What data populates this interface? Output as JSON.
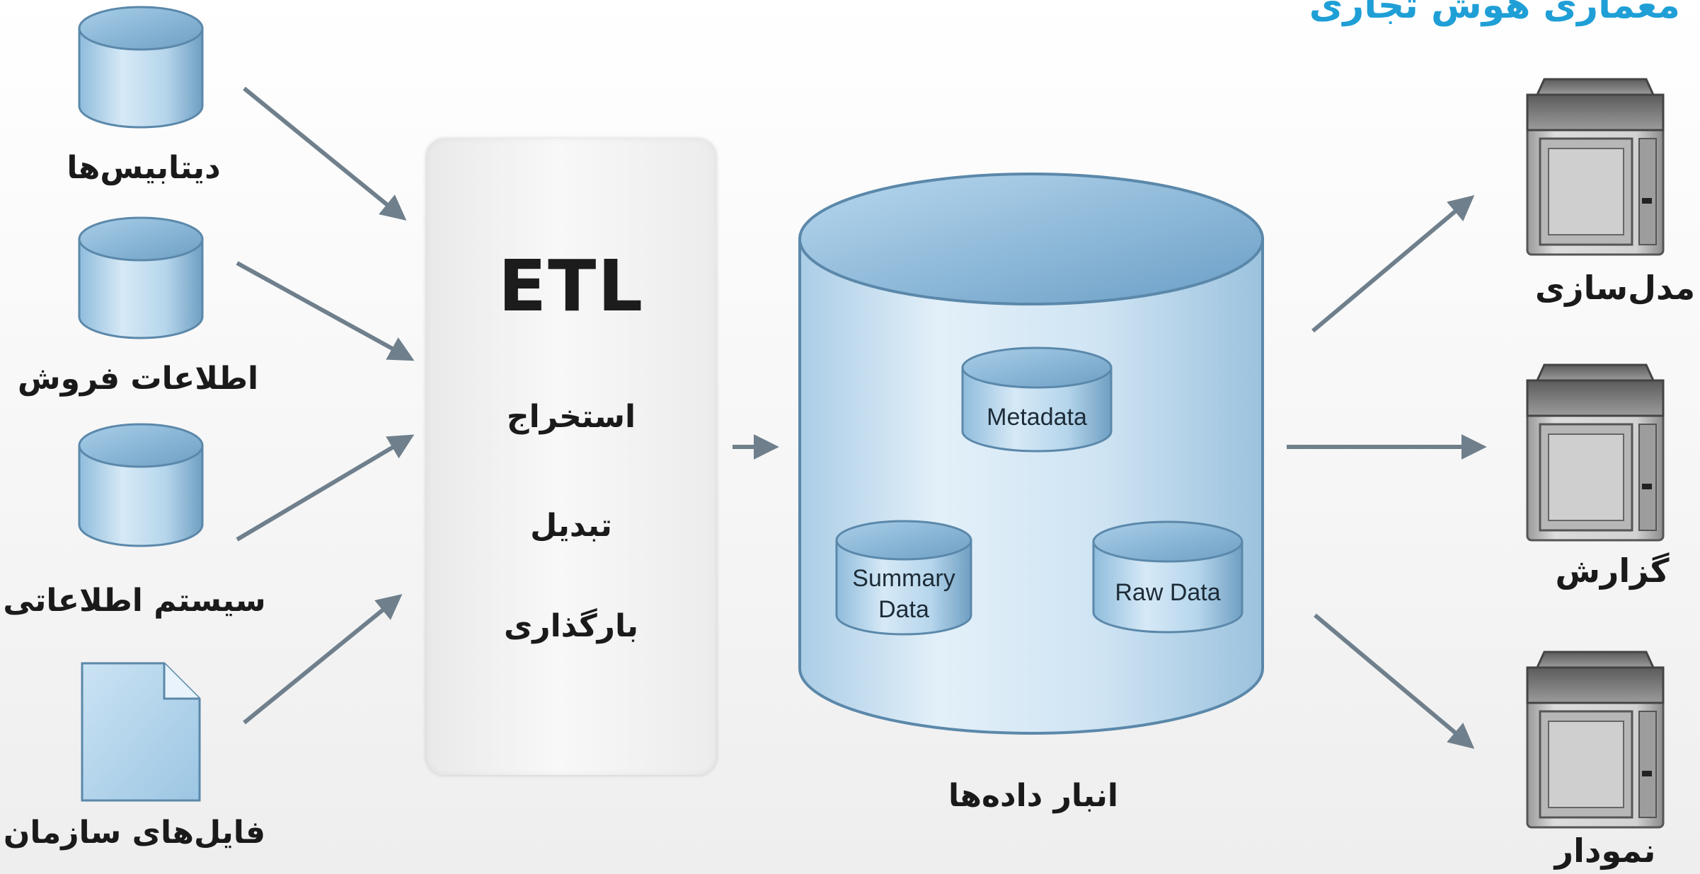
{
  "title": "معماری هوش تجاری",
  "sources": [
    {
      "label": "دیتابیس‌ها",
      "icon": "database-icon"
    },
    {
      "label": "اطلاعات فروش",
      "icon": "database-icon"
    },
    {
      "label": "سیستم اطلاعاتی",
      "icon": "database-icon"
    },
    {
      "label": "فایل‌های سازمان",
      "icon": "document-icon"
    }
  ],
  "etl": {
    "title": "ETL",
    "steps": [
      "استخراج",
      "تبدیل",
      "بارگذاری"
    ]
  },
  "warehouse": {
    "label": "انبار داده‌ها",
    "inner": {
      "metadata": "Metadata",
      "summary_line1": "Summary",
      "summary_line2": "Data",
      "raw": "Raw Data"
    }
  },
  "outputs": [
    {
      "label": "مدل‌سازی",
      "icon": "server-icon"
    },
    {
      "label": "گزارش",
      "icon": "server-icon"
    },
    {
      "label": "نمودار",
      "icon": "server-icon"
    }
  ],
  "colors": {
    "title": "#1f9fd6",
    "cylinder_light": "#cfe4f3",
    "cylinder_mid": "#9cc6e3",
    "cylinder_dark": "#5f93b8",
    "arrow": "#6f7f8c",
    "text": "#1a1a1a"
  }
}
